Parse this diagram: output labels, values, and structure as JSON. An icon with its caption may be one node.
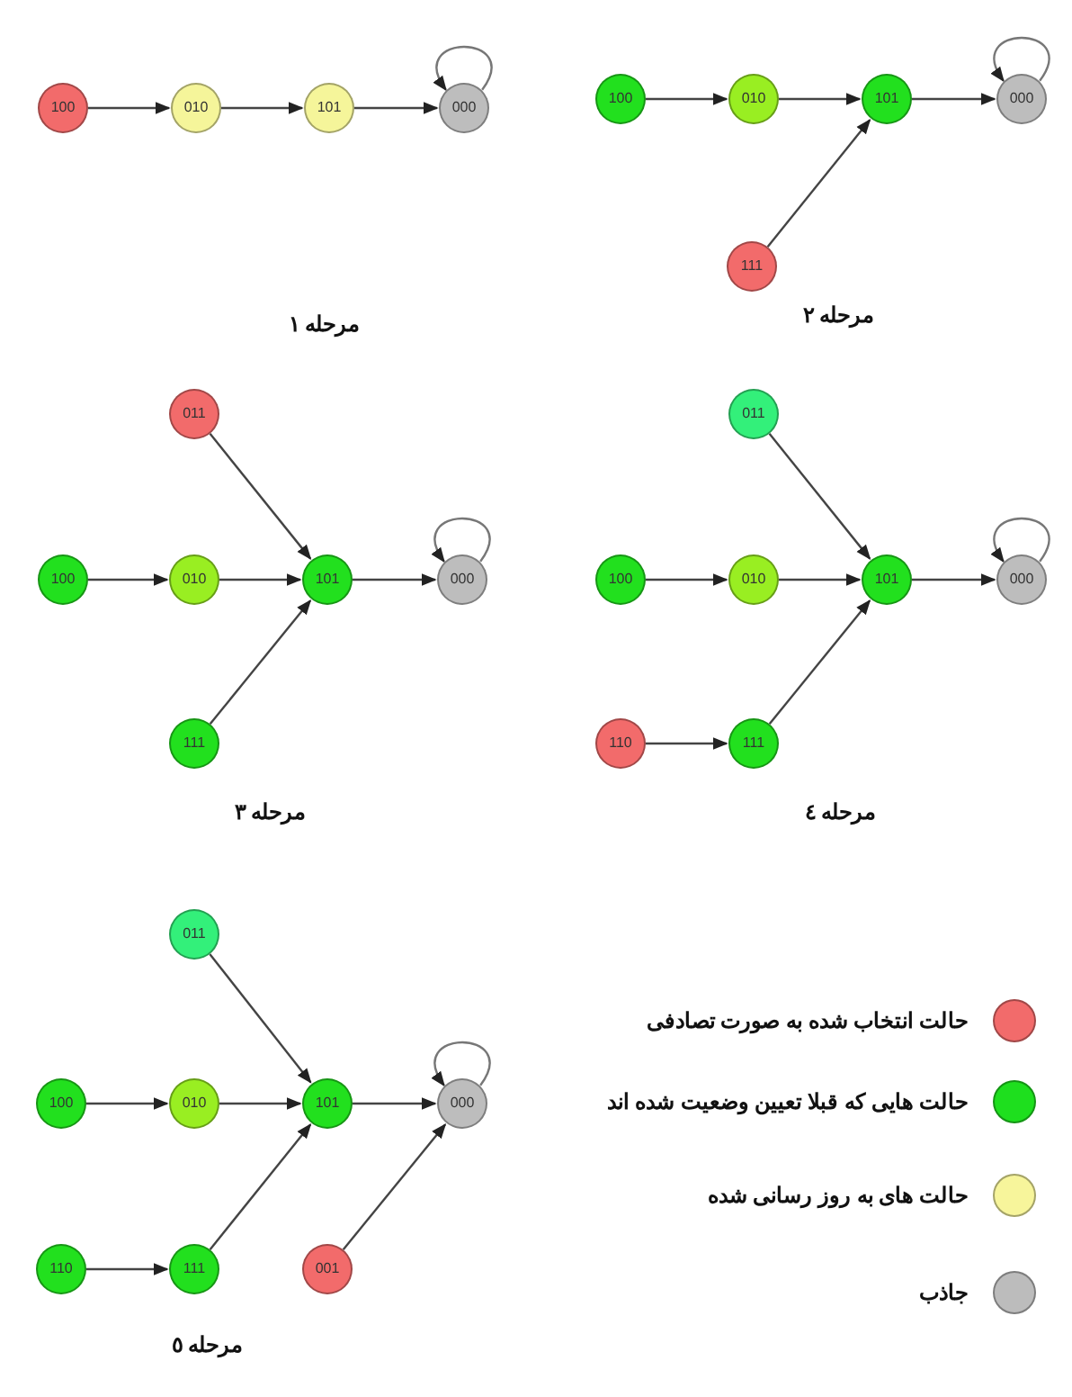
{
  "diagram": {
    "nodes": [
      {
        "text": [
          "100"
        ]
      },
      {
        "text": [
          "010"
        ]
      },
      {
        "text": [
          "101"
        ]
      },
      {
        "text": [
          "000"
        ]
      },
      {
        "text": [
          "100"
        ]
      },
      {
        "text": [
          "010"
        ]
      },
      {
        "text": [
          "101"
        ]
      },
      {
        "text": [
          "000"
        ]
      },
      {
        "text": [
          "111"
        ]
      },
      {
        "text": [
          "011"
        ]
      },
      {
        "text": [
          "100"
        ]
      },
      {
        "text": [
          "010"
        ]
      },
      {
        "text": [
          "101"
        ]
      },
      {
        "text": [
          "000"
        ]
      },
      {
        "text": [
          "111"
        ]
      },
      {
        "text": [
          "011"
        ]
      },
      {
        "text": [
          "100"
        ]
      },
      {
        "text": [
          "010"
        ]
      },
      {
        "text": [
          "101"
        ]
      },
      {
        "text": [
          "000"
        ]
      },
      {
        "text": [
          "110"
        ]
      },
      {
        "text": [
          "111"
        ]
      },
      {
        "text": [
          "011"
        ]
      },
      {
        "text": [
          "100"
        ]
      },
      {
        "text": [
          "010"
        ]
      },
      {
        "text": [
          "101"
        ]
      },
      {
        "text": [
          "000"
        ]
      },
      {
        "text": [
          "110"
        ]
      },
      {
        "text": [
          "111"
        ]
      },
      {
        "text": [
          "001"
        ]
      }
    ],
    "edges": [
      {
        "from": 0,
        "to": 1,
        "arrow": "to"
      },
      {
        "from": 1,
        "to": 2,
        "arrow": "to"
      },
      {
        "from": 2,
        "to": 3,
        "arrow": "to"
      },
      {
        "from": 3,
        "to": 3,
        "arrow": "to"
      },
      {
        "from": 4,
        "to": 5,
        "arrow": "to"
      },
      {
        "from": 5,
        "to": 6,
        "arrow": "to"
      },
      {
        "from": 6,
        "to": 7,
        "arrow": "to"
      },
      {
        "from": 8,
        "to": 6,
        "arrow": "to"
      },
      {
        "from": 7,
        "to": 7,
        "arrow": "to"
      },
      {
        "from": 9,
        "to": 12,
        "arrow": "to"
      },
      {
        "from": 10,
        "to": 11,
        "arrow": "to"
      },
      {
        "from": 11,
        "to": 12,
        "arrow": "to"
      },
      {
        "from": 12,
        "to": 13,
        "arrow": "to"
      },
      {
        "from": 14,
        "to": 12,
        "arrow": "to"
      },
      {
        "from": 13,
        "to": 13,
        "arrow": "to"
      },
      {
        "from": 15,
        "to": 18,
        "arrow": "to"
      },
      {
        "from": 16,
        "to": 17,
        "arrow": "to"
      },
      {
        "from": 17,
        "to": 18,
        "arrow": "to"
      },
      {
        "from": 18,
        "to": 19,
        "arrow": "to"
      },
      {
        "from": 20,
        "to": 21,
        "arrow": "to"
      },
      {
        "from": 21,
        "to": 18,
        "arrow": "to"
      },
      {
        "from": 19,
        "to": 19,
        "arrow": "to"
      },
      {
        "from": 22,
        "to": 25,
        "arrow": "to"
      },
      {
        "from": 23,
        "to": 24,
        "arrow": "to"
      },
      {
        "from": 24,
        "to": 25,
        "arrow": "to"
      },
      {
        "from": 25,
        "to": 26,
        "arrow": "to"
      },
      {
        "from": 27,
        "to": 28,
        "arrow": "to"
      },
      {
        "from": 28,
        "to": 25,
        "arrow": "to"
      },
      {
        "from": 29,
        "to": 26,
        "arrow": "to"
      },
      {
        "from": 26,
        "to": 26,
        "arrow": "to"
      }
    ],
    "labels": [
      "مرحله ۱",
      "مرحله ۲",
      "مرحله ۳",
      "مرحله ٤",
      "مرحله ٥"
    ],
    "legend": [
      {
        "text": "حالت انتخاب شده به صورت تصادفی",
        "color": "#f26b6b"
      },
      {
        "text": "حالت هایی که قبلا تعیین وضعیت شده اند",
        "color": "#1edf1e"
      },
      {
        "text": "حالت های به روز رسانی شده",
        "color": "#f7f59b"
      },
      {
        "text": "جاذب",
        "color": "#bcbcbc"
      }
    ]
  }
}
